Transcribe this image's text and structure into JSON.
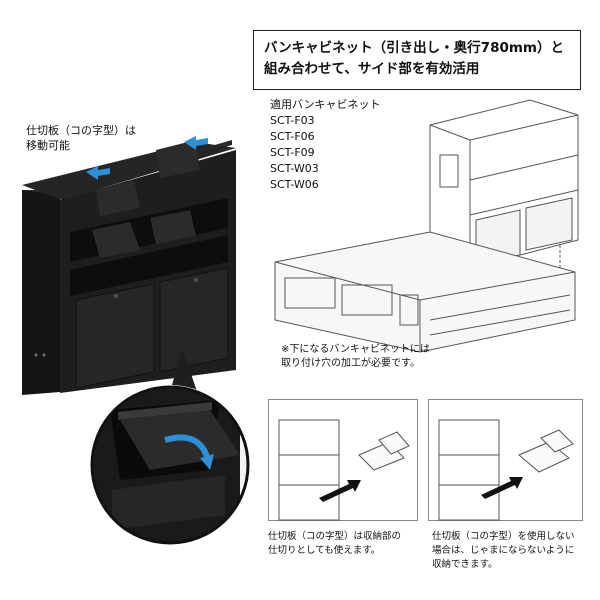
{
  "headline": {
    "line1": "バンキャビネット（引き出し・奥行780mm）と",
    "line2": "組み合わせて、サイド部を有効活用"
  },
  "divider_note": {
    "line1": "仕切板（コの字型）は",
    "line2": "移動可能"
  },
  "compatible": {
    "label": "適用バンキャビネット",
    "models": [
      "SCT-F03",
      "SCT-F06",
      "SCT-F09",
      "SCT-W03",
      "SCT-W06"
    ]
  },
  "mounting_note": {
    "line1": "※下になるバンキャビネットには",
    "line2": "取り付け穴の加工が必要です。"
  },
  "panel_left_caption": {
    "line1": "仕切板（コの字型）は収納部の",
    "line2": "仕切りとしても使えます。"
  },
  "panel_right_caption": {
    "line1": "仕切板（コの字型）を使用しない",
    "line2": "場合は、じゃまにならないように",
    "line3": "収納できます。"
  },
  "colors": {
    "cabinet": "#1c1c1c",
    "arrow_blue": "#2d8fd6",
    "line_drawing": "#555555"
  }
}
